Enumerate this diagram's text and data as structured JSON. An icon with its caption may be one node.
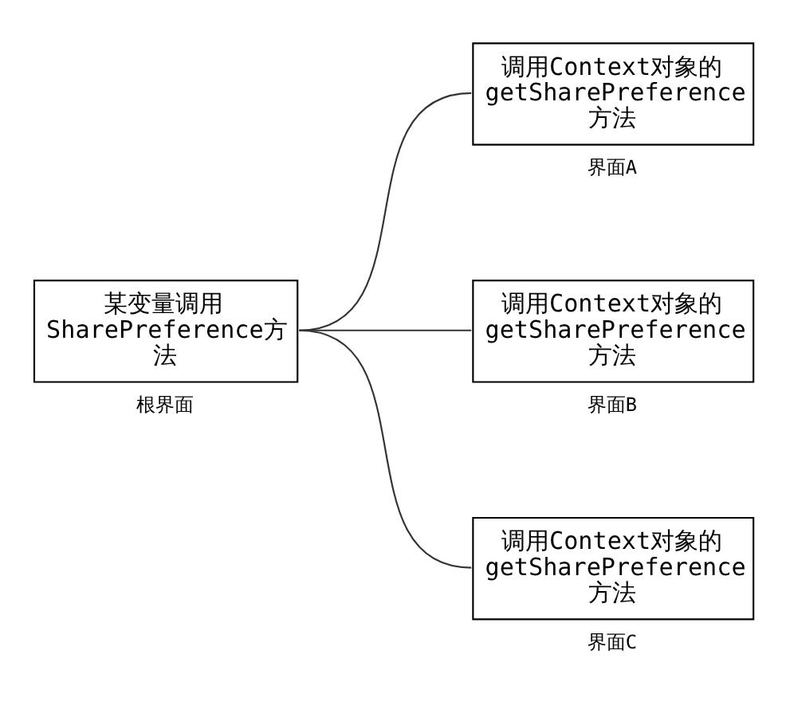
{
  "diagram": {
    "nodes": [
      {
        "text": [
          "某变量调用SharePreference方法"
        ],
        "beside": [
          "根界面"
        ]
      },
      {
        "text": [
          "调用Context对象的getSharePreference方法"
        ],
        "beside": [
          "界面A"
        ]
      },
      {
        "text": [
          "调用Context对象的getSharePreference方法"
        ],
        "beside": [
          "界面B"
        ]
      },
      {
        "text": [
          "调用Context对象的getSharePreference方法"
        ],
        "beside": [
          "界面C"
        ]
      }
    ],
    "edges": [
      {
        "from": 0,
        "to": 1,
        "arrow": "none"
      },
      {
        "from": 0,
        "to": 2,
        "arrow": "none"
      },
      {
        "from": 0,
        "to": 3,
        "arrow": "none"
      }
    ]
  }
}
